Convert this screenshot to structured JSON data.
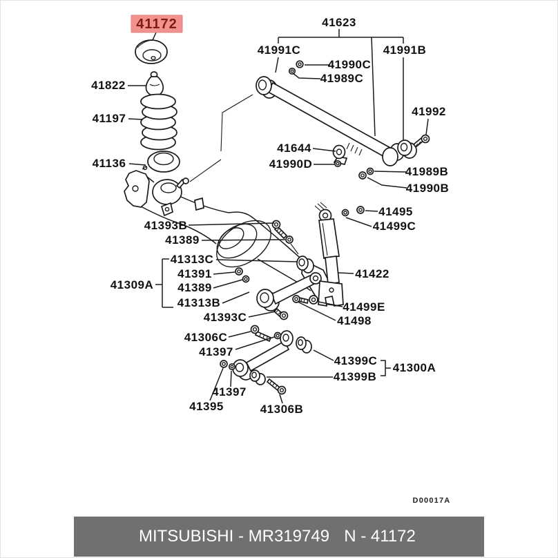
{
  "labels": {
    "part_41172": "41172",
    "part_41623": "41623",
    "part_41991C": "41991C",
    "part_41991B": "41991B",
    "part_41990C": "41990C",
    "part_41989C": "41989C",
    "part_41992": "41992",
    "part_41644": "41644",
    "part_41990D": "41990D",
    "part_41989B": "41989B",
    "part_41990B": "41990B",
    "part_41495": "41495",
    "part_41499C": "41499C",
    "part_41822": "41822",
    "part_41197": "41197",
    "part_41136": "41136",
    "part_41393B": "41393B",
    "part_41389_upper": "41389",
    "part_41313C": "41313C",
    "part_41391": "41391",
    "part_41389_lower": "41389",
    "part_41313B": "41313B",
    "part_41309A": "41309A",
    "part_41393C": "41393C",
    "part_41306C": "41306C",
    "part_41397_upper": "41397",
    "part_41422": "41422",
    "part_41499E": "41499E",
    "part_41498": "41498",
    "part_41399C": "41399C",
    "part_41399B": "41399B",
    "part_41300A": "41300A",
    "part_41397_lower": "41397",
    "part_41395": "41395",
    "part_41306B": "41306B"
  },
  "diagram_code": "D00017A",
  "footer": {
    "left": "MITSUBISHI - MR319749",
    "right": "N - 41172"
  },
  "colors": {
    "highlight_bg": "#f2928f",
    "highlight_border": "#e07f7c",
    "highlight_text": "#7e1b17",
    "line": "#1a1a1a",
    "footer_bg": "#707070",
    "footer_text": "#ffffff"
  }
}
